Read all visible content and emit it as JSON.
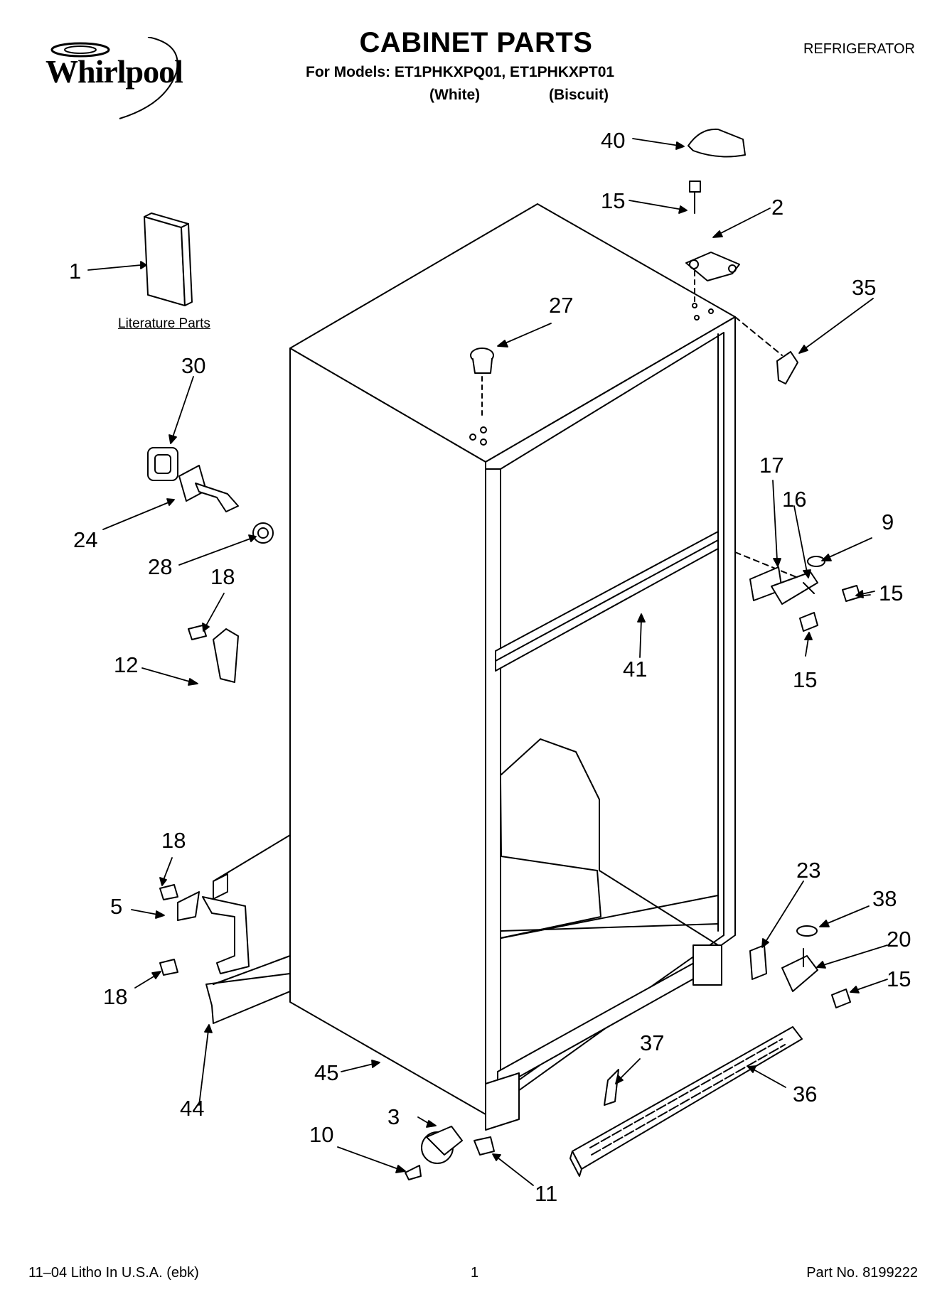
{
  "header": {
    "brand": "Whirlpool",
    "title": "CABINET PARTS",
    "models_line": "For Models: ET1PHKXPQ01, ET1PHKXPT01",
    "color_1": "(White)",
    "color_2": "(Biscuit)",
    "appliance": "REFRIGERATOR"
  },
  "literature_label": "Literature Parts",
  "callouts": {
    "c1": "1",
    "c2": "2",
    "c3": "3",
    "c5": "5",
    "c9": "9",
    "c10": "10",
    "c11": "11",
    "c12": "12",
    "c15a": "15",
    "c15b": "15",
    "c15c": "15",
    "c15d": "15",
    "c16": "16",
    "c17": "17",
    "c18a": "18",
    "c18b": "18",
    "c18c": "18",
    "c20": "20",
    "c23": "23",
    "c24": "24",
    "c27": "27",
    "c28": "28",
    "c30": "30",
    "c35": "35",
    "c36": "36",
    "c37": "37",
    "c38": "38",
    "c40": "40",
    "c41": "41",
    "c44": "44",
    "c45": "45"
  },
  "footer": {
    "litho": "11–04 Litho In U.S.A. (ebk)",
    "page": "1",
    "part_no": "Part No. 8199222"
  }
}
